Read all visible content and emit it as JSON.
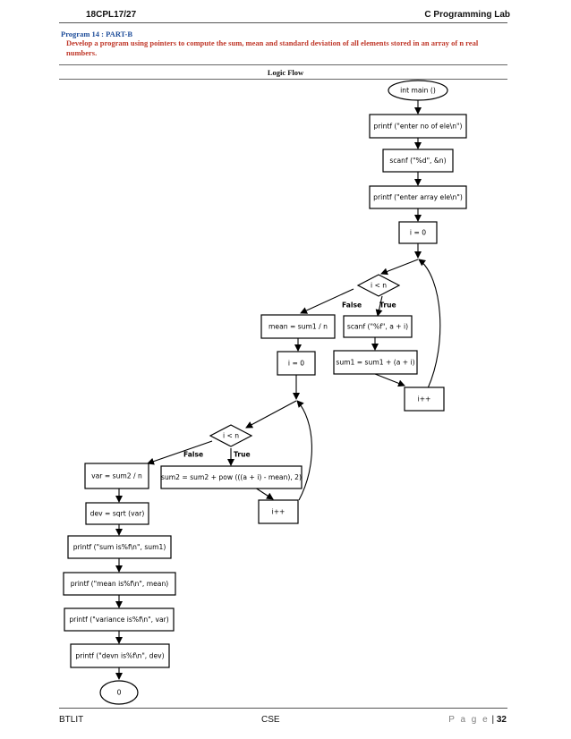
{
  "header": {
    "left": "18CPL17/27",
    "right": "C Programming Lab"
  },
  "program": {
    "title": "Program 14 : PART-B",
    "description": "Develop a program using pointers to compute the sum, mean and standard deviation of all elements stored in an array of n real numbers."
  },
  "section_title": "Logic Flow",
  "flowchart": {
    "start": "int main ()",
    "p_enter_n": "printf (\"enter no of ele\\n\")",
    "s_n": "scanf (\"%d\", &n)",
    "p_enter_arr": "printf (\"enter array ele\\n\")",
    "i0_a": "i = 0",
    "cond_a": "i < n",
    "false_a": "False",
    "true_a": "True",
    "mean": "mean = sum1 / n",
    "s_ai": "scanf (\"%f\", a + i)",
    "sum1": "sum1 = sum1 + (a + i)",
    "inc_a": "i++",
    "i0_b": "i = 0",
    "cond_b": "i < n",
    "false_b": "False",
    "true_b": "True",
    "var": "var = sum2 / n",
    "sum2": "sum2 = sum2 + pow (((a + i) - mean), 2)",
    "inc_b": "i++",
    "dev": "dev = sqrt (var)",
    "p_sum": "printf (\"sum is%f\\n\", sum1)",
    "p_mean": "printf (\"mean is%f\\n\", mean)",
    "p_var": "printf (\"variance is%f\\n\", var)",
    "p_dev": "printf (\"devn is%f\\n\", dev)",
    "end": "0"
  },
  "footer": {
    "left": "BTLIT",
    "center": "CSE",
    "page_label": "P a g e",
    "separator": "|",
    "page_number": "32"
  }
}
